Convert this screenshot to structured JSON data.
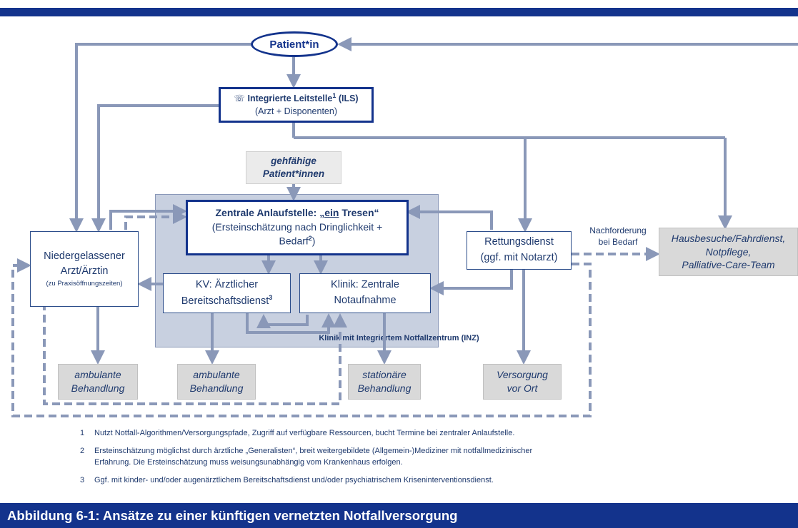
{
  "patient": "Patient*in",
  "ils": {
    "icon": "phone-icon",
    "title": "Integrierte Leitstelle",
    "sup": "1",
    "abbr": " (ILS)",
    "sub": "(Arzt + Disponenten)"
  },
  "gehfaehig": {
    "line1": "gehfähige",
    "line2": "Patient*innen"
  },
  "zentrale": {
    "line1a": "Zentrale Anlaufstelle: ",
    "line1b": "„ein",
    "line1c": " Tresen“",
    "line2": "(Ersteinschätzung nach Dringlichkeit +",
    "line3": "Bedarf",
    "sup": "2",
    "line3b": ")"
  },
  "niedergelassen": {
    "line1": "Niedergelassener",
    "line2": "Arzt/Ärztin",
    "line3": "(zu Praxisöffnungszeiten)"
  },
  "kv": {
    "line1": "KV: Ärztlicher",
    "line2": "Bereitschaftsdienst",
    "sup": "3"
  },
  "klinik": {
    "line1": "Klinik: Zentrale",
    "line2": "Notaufnahme"
  },
  "inz_label": "Klinik mit Integriertem Notfallzentrum (INZ)",
  "rettung": {
    "line1": "Rettungsdienst",
    "line2": "(ggf. mit Notarzt)"
  },
  "nachforderung": {
    "line1": "Nachforderung",
    "line2": "bei Bedarf"
  },
  "hausbesuche": {
    "line1": "Hausbesuche/Fahrdienst,",
    "line2": "Notpflege,",
    "line3": "Palliative-Care-Team"
  },
  "outcomes": {
    "amb1": {
      "line1": "ambulante",
      "line2": "Behandlung"
    },
    "amb2": {
      "line1": "ambulante",
      "line2": "Behandlung"
    },
    "stat": {
      "line1": "stationäre",
      "line2": "Behandlung"
    },
    "vorort": {
      "line1": "Versorgung",
      "line2": "vor Ort"
    }
  },
  "footnotes": [
    {
      "num": "1",
      "text": "Nutzt Notfall-Algorithmen/Versorgungspfade, Zugriff auf verfügbare Ressourcen, bucht Termine bei zentraler Anlaufstelle."
    },
    {
      "num": "2",
      "text": "Ersteinschätzung möglichst durch ärztliche „Generalisten“, breit weitergebildete (Allgemein-)Mediziner mit notfallmedizinischer",
      "text2": "Erfahrung. Die Ersteinschätzung muss weisungsunabhängig vom Krankenhaus erfolgen."
    },
    {
      "num": "3",
      "text": "Ggf. mit kinder- und/oder augenärztlichem Bereitschaftsdienst und/oder psychiatrischem Kriseninterventionsdienst."
    }
  ],
  "caption": "Abbildung 6-1: Ansätze zu einer künftigen vernetzten Notfallversorgung",
  "colors": {
    "navy": "#13338c",
    "arrow": "#8a98b8",
    "inz_bg": "#c8d0e0",
    "gray_box": "#d9d9d9"
  }
}
